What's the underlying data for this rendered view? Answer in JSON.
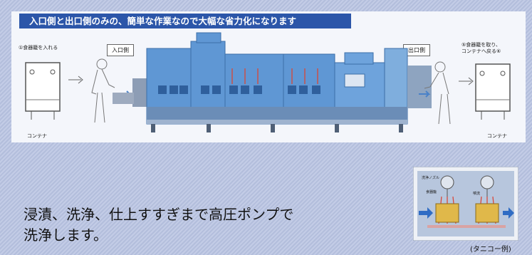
{
  "banner": {
    "title": "入口側と出口側のみの、簡単な作業なので大幅な省力化になります"
  },
  "diagram": {
    "left_caption": "①食器籠を入れる",
    "entrance_label": "入口側",
    "exit_label": "出口側",
    "right_caption_line1": "⑤食器籠を取り、",
    "right_caption_line2": "コンテナへ戻る⑥",
    "left_container_label": "コンテナ",
    "right_container_label": "コンテナ"
  },
  "inset": {
    "nozzle_label": "洗浄ノズル",
    "basket_label": "食器籠",
    "spray_label": "噴流"
  },
  "body_text": {
    "line1": "浸漬、洗浄、仕上すすぎまで高圧ポンプで",
    "line2": "洗浄します。"
  },
  "credit": "(タニコー例)",
  "colors": {
    "banner": "#2c56a9",
    "machine": "#5f97d4",
    "background": "#b9c3df"
  }
}
